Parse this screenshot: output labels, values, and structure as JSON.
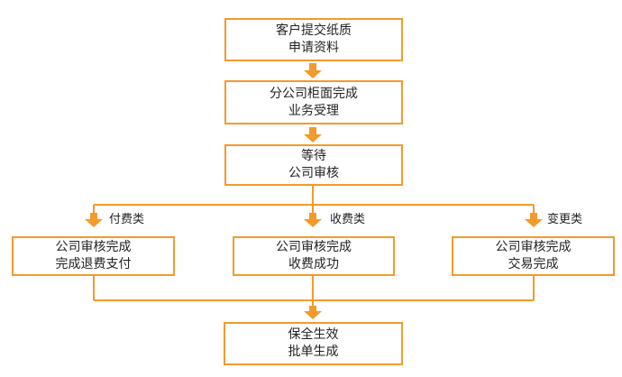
{
  "colors": {
    "accent": "#f39a2b",
    "line": "#f39a2b",
    "text": "#222222"
  },
  "nodes": {
    "submit": [
      "客户提交纸质",
      "申请资料"
    ],
    "counter": [
      "分公司柜面完成",
      "业务受理"
    ],
    "review": [
      "等待",
      "公司审核"
    ],
    "payment": [
      "公司审核完成",
      "完成退费支付"
    ],
    "collection": [
      "公司审核完成",
      "收费成功"
    ],
    "change": [
      "公司审核完成",
      "交易完成"
    ],
    "issue": [
      "保全生效",
      "批单生成"
    ]
  },
  "branches": {
    "payment": "付费类",
    "collection": "收费类",
    "change": "变更类"
  }
}
